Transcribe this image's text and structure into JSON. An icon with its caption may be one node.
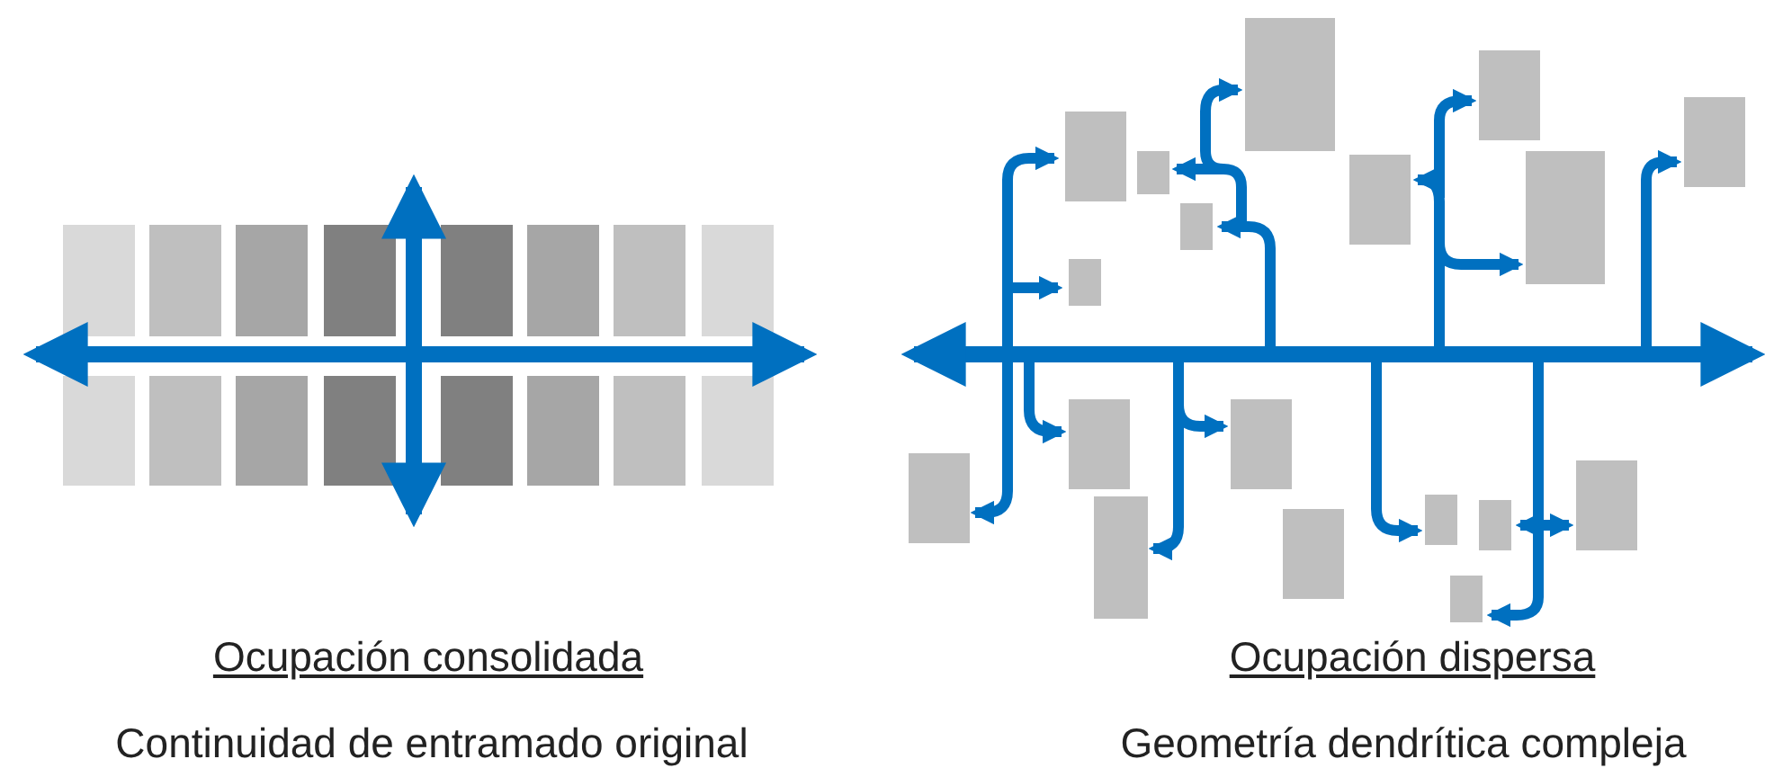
{
  "diagram": {
    "labels": [
      "Ocupación consolidada",
      "Continuidad de entramado original",
      "Ocupación dispersa",
      "Geometría dendrítica compleja"
    ]
  }
}
